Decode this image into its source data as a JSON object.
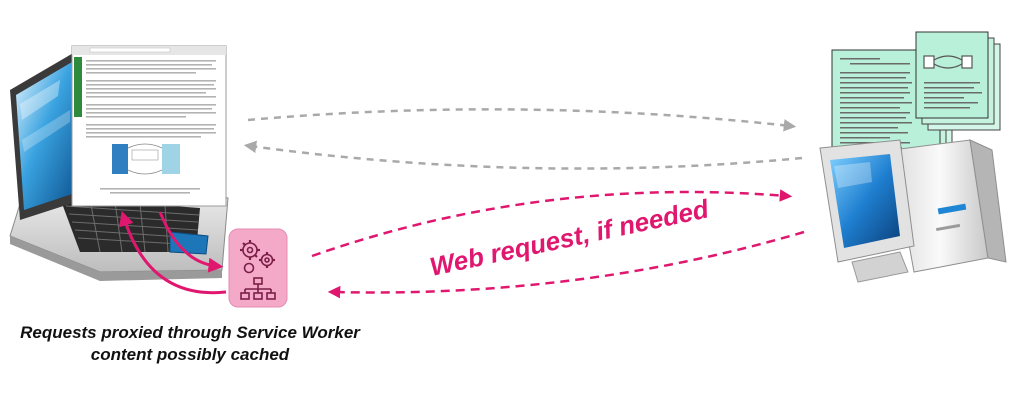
{
  "diagram": {
    "arrow_label": "Web request, if needed",
    "caption_line1": "Requests proxied through Service Worker",
    "caption_line2": "content possibly cached",
    "colors": {
      "accent": "#e0176f",
      "gray_arrow": "#a9a9a9",
      "service_worker_box": "#f5a9c8",
      "document_paper": "#b9f0da"
    },
    "icons": [
      "laptop-icon",
      "service-worker-gears-icon",
      "server-computer-icon",
      "document-pages-icon"
    ]
  }
}
